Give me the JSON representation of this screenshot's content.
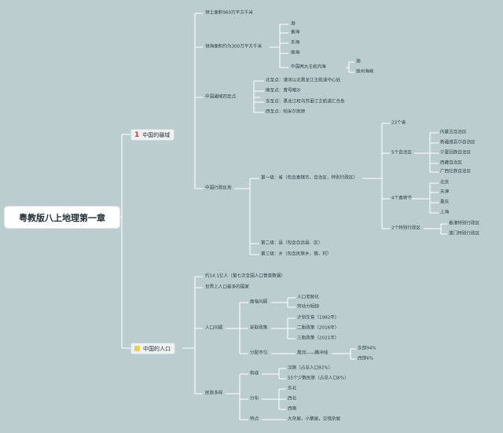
{
  "root": "粤教版八上地理第一章",
  "colors": {
    "background": "#bccdd0",
    "connector": "#ffffff",
    "badge_red": "#d8342a",
    "badge_yellow": "#f0d23c"
  },
  "branch1": {
    "badge": "1",
    "label": "中国的疆域",
    "land_area": "领土面积960万平方千米",
    "sea_area": "领海面积约为300万平方千米",
    "seas": [
      "渤",
      "黄海",
      "东海",
      "南海"
    ],
    "inland_sea": "中国两大主权内海",
    "inland_items": [
      "渤",
      "琼州海峡"
    ],
    "extremes_title": "中国疆域四至点",
    "extremes": [
      "北至点：漠河以北黑龙江主航道中心处",
      "南至点：曾母暗沙",
      "东至点：黑龙江和乌苏里江主航道汇合处",
      "西至点：帕米尔高原"
    ],
    "admin_title": "中国行政区划",
    "level1": "第一级：省（包含直辖市，自治区，特别行政区）",
    "provinces": "23个省",
    "autonomous_title": "5个自治区",
    "autonomous": [
      "内蒙古自治区",
      "新疆维吾尔自治区",
      "宁夏回族自治区",
      "西藏自治区",
      "广西壮族自治区"
    ],
    "municipal_title": "4个直辖市",
    "municipal": [
      "北京",
      "天津",
      "重庆",
      "上海"
    ],
    "sar_title": "2个特别行政区",
    "sar": [
      "香港特别行政区",
      "澳门特别行政区"
    ],
    "level2": "第二级：县（包含自治县、区）",
    "level3": "第三级：乡（包含民族乡，镇，村）"
  },
  "branch2": {
    "label": "中国的人口",
    "population": "约14.1亿人（第七次全国人口普查数据）",
    "most_populous": "世界上人口最多的国家",
    "issues_title": "人口问题",
    "problems_title": "面临问题",
    "problems": [
      "人口老龄化",
      "劳动力短缺"
    ],
    "policy_title": "采取政策",
    "policies": [
      "计划生育（1982年）",
      "二胎政策（2016年）",
      "三胎政策（2021年）"
    ],
    "distribution_title": "分配不匀",
    "line": "黑河——腾冲线",
    "east": "东部94%",
    "west": "西部6%",
    "diversity_title": "民族多样",
    "composition_title": "构成",
    "composition": [
      "汉族（占总人口92%）",
      "55个少数民族（占总人口8%）"
    ],
    "dist_title": "分布",
    "dist_items": [
      "东北",
      "西北",
      "西南"
    ],
    "traits_title": "特点",
    "traits": "大杂居，小聚居，交错杂居"
  }
}
